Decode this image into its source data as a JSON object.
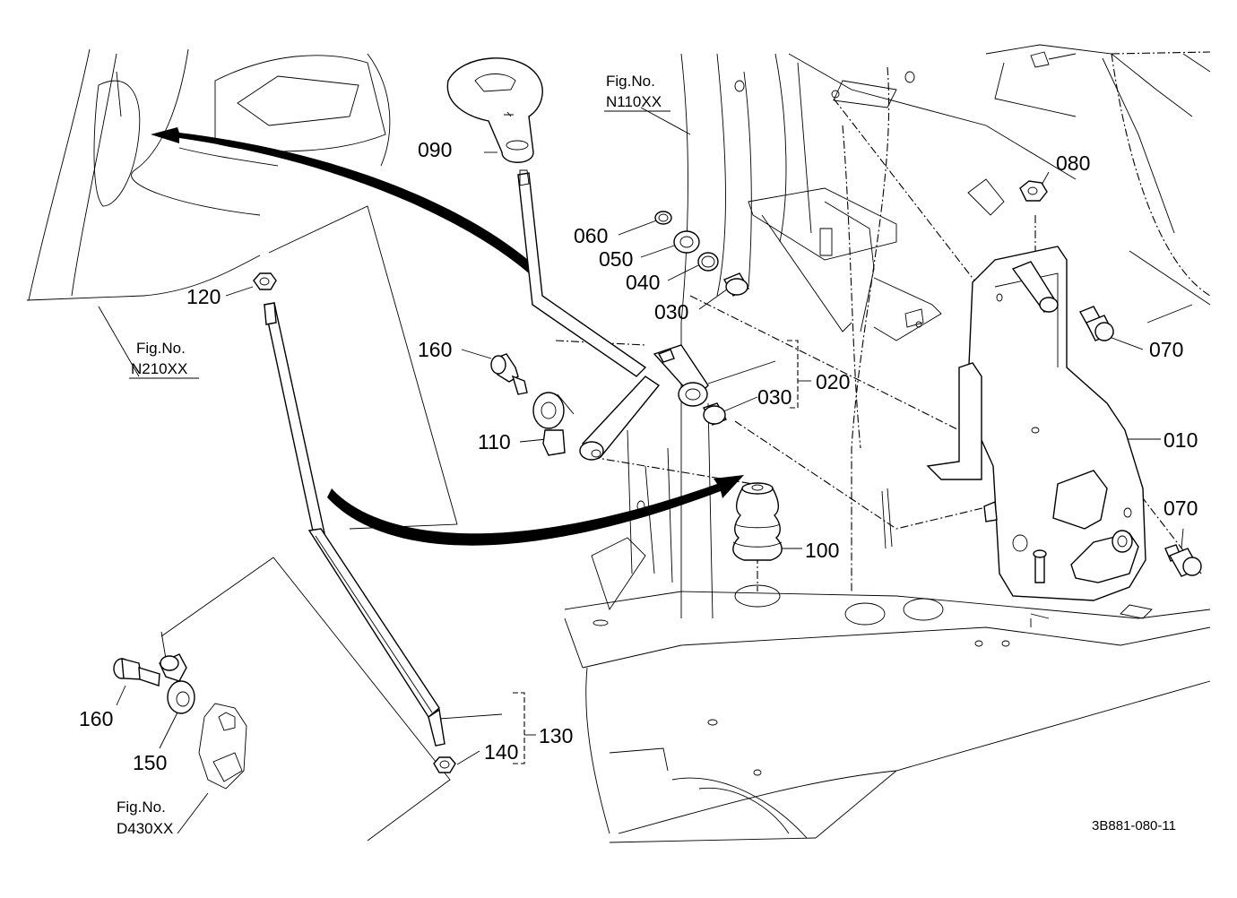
{
  "labels": {
    "p010": "010",
    "p020": "020",
    "p030a": "030",
    "p030b": "030",
    "p040": "040",
    "p050": "050",
    "p060": "060",
    "p070a": "070",
    "p070b": "070",
    "p080": "080",
    "p090": "090",
    "p100": "100",
    "p110": "110",
    "p120": "120",
    "p130": "130",
    "p140": "140",
    "p150": "150",
    "p160a": "160",
    "p160b": "160"
  },
  "figrefs": {
    "n110": {
      "title": "Fig.No.",
      "code": "N110XX"
    },
    "n210": {
      "title": "Fig.No.",
      "code": "N210XX"
    },
    "d430": {
      "title": "Fig.No.",
      "code": "D430XX"
    }
  },
  "drawing_code": "3B881-080-11"
}
